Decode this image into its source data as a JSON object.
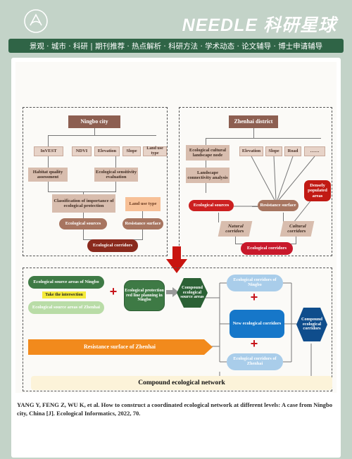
{
  "header": {
    "brand": "NEEDLE 科研星球",
    "nav": "景观 · 城市 · 科研 | 期刊推荐 · 热点解析 · 科研方法 · 学术动态 · 论文辅导 · 博士申请辅导"
  },
  "left_panel": {
    "title": "Ningbo city",
    "inputs": [
      "InVEST",
      "NDVI",
      "Elevation",
      "Slope",
      "Land use type"
    ],
    "habitat": "Habitat quality assessment",
    "sensitivity": "Ecological sensitivity evaluation",
    "classification": "Classification of importance of ecological protection",
    "landuse": "Land use type",
    "sources": "Ecological sources",
    "resistance": "Resistance surface",
    "corridors": "Ecological corridors"
  },
  "right_panel": {
    "title": "Zhenhai district",
    "node": "Ecological cultural landscape node",
    "inputs": [
      "Elevation",
      "Slope",
      "Road",
      "……"
    ],
    "connectivity": "Landscape connectivity analysis",
    "dense": "Densely populated areas",
    "sources": "Ecological sources",
    "resistance": "Resistance surface",
    "natural": "Natural corridors",
    "cultural": "Cultural corridors",
    "corridors": "Ecological corridors"
  },
  "bottom_panel": {
    "sources_ningbo": "Ecological source areas of Ningbo",
    "intersection": "Take the intersection",
    "sources_zhenhai": "Ecological source areas of Zhenhai",
    "redline": "Ecological protection red line planning in Ningbo",
    "compound_sources": "Compound ecological source areas",
    "corr_ningbo": "Ecological corridors of Ningbo",
    "new_corr": "New ecological corridors",
    "corr_zhenhai": "Ecological corridors of Zhenhai",
    "compound_corr": "Compound ecological corridors",
    "resistance": "Resistance surface of Zhenhai",
    "network": "Compound ecological network",
    "plus": "+"
  },
  "citation": "YANG Y, FENG Z, WU K, et al. How to construct a coordinated ecological network at different levels: A case from Ningbo city, China [J]. Ecological Informatics, 2022, 70.",
  "colors": {
    "page_bg": "#c3d3c8",
    "nav_bg": "#2f6446",
    "brown": "#a77560",
    "dark_red": "#8a2a1d",
    "red": "#cc2020",
    "green": "#3e7a45",
    "light_green": "#b9dca7",
    "blue": "#1677c9",
    "light_blue": "#a9cdea",
    "orange": "#f28a1c"
  }
}
